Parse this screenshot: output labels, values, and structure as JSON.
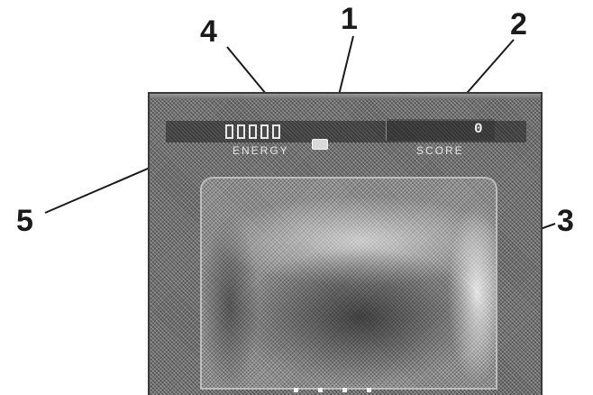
{
  "callouts": {
    "c1": "1",
    "c2": "2",
    "c3": "3",
    "c4": "4",
    "c5": "5"
  },
  "hud": {
    "energy_label": "ENERGY",
    "score_label": "SCORE",
    "score_value": "0",
    "energy_slots": 5,
    "page_dots": 4
  },
  "colors": {
    "screen": "#6f6f6f",
    "hud_text": "#e6e6e6",
    "callout": "#1a1a1a"
  }
}
